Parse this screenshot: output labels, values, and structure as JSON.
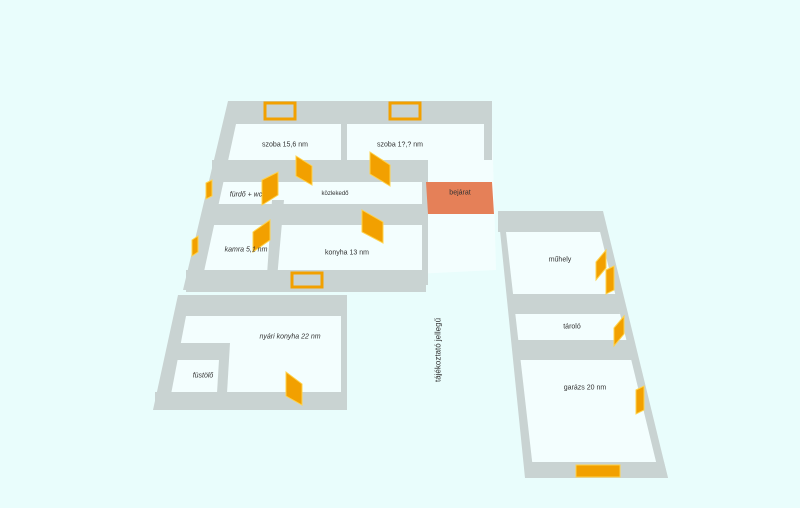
{
  "rooms": [
    {
      "id": "szoba1",
      "label": "szoba 15,6 nm"
    },
    {
      "id": "szoba2",
      "label": "szoba 1?,? nm"
    },
    {
      "id": "furdo",
      "label": "fürdő + wc"
    },
    {
      "id": "kozlekedo",
      "label": "közlekedő"
    },
    {
      "id": "bejarat",
      "label": "bejárat"
    },
    {
      "id": "kamra",
      "label": "kamra 5,1 nm"
    },
    {
      "id": "konyha",
      "label": "konyha 13 nm"
    },
    {
      "id": "nyari",
      "label": "nyári konyha 22 nm"
    },
    {
      "id": "fustolo",
      "label": "füstölő"
    },
    {
      "id": "muhely",
      "label": "műhely"
    },
    {
      "id": "tarolo",
      "label": "tároló"
    },
    {
      "id": "garazs",
      "label": "garázs 20 nm"
    }
  ],
  "note": "tájékoztató jellegű",
  "colors": {
    "background": "#e9fdfc",
    "wall": "#c9d3d2",
    "floor": "#f3fefe",
    "door": "#f2a000",
    "entrance": "#e58058"
  }
}
